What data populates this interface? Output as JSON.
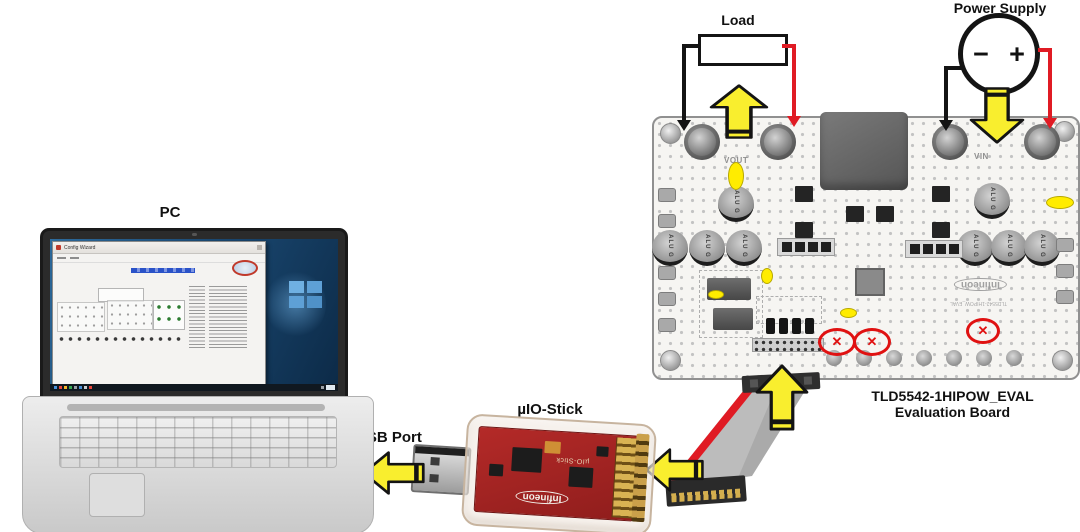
{
  "labels": {
    "pc": "PC",
    "usb_port": "USB Port",
    "uio_stick": "µIO-Stick",
    "load": "Load",
    "power_supply": "Power Supply",
    "board_name": "TLD5542-1HIPOW_EVAL",
    "board_subtitle": "Evaluation Board"
  },
  "power_supply": {
    "minus": "−",
    "plus": "+"
  },
  "board": {
    "silkscreen_vout": "VOUT",
    "silkscreen_vin": "VIN",
    "silkscreen_logo": "Infineon",
    "silkscreen_part": "TLD5542-1HIPOW_EVAL",
    "cap_label": "ALU G",
    "cross_mark": "✕"
  },
  "stick": {
    "pcb_logo": "Infineon",
    "pcb_name": "µIO-Stick"
  },
  "laptop": {
    "window_title": "Config Wizard"
  },
  "colors": {
    "arrow_yellow": "#f9ee2e",
    "wire_red": "#e01b24",
    "wire_black": "#141414",
    "highlight_yellow": "#ffec00",
    "cross_red": "#e01111",
    "stick_pcb_red": "#a8201f"
  }
}
